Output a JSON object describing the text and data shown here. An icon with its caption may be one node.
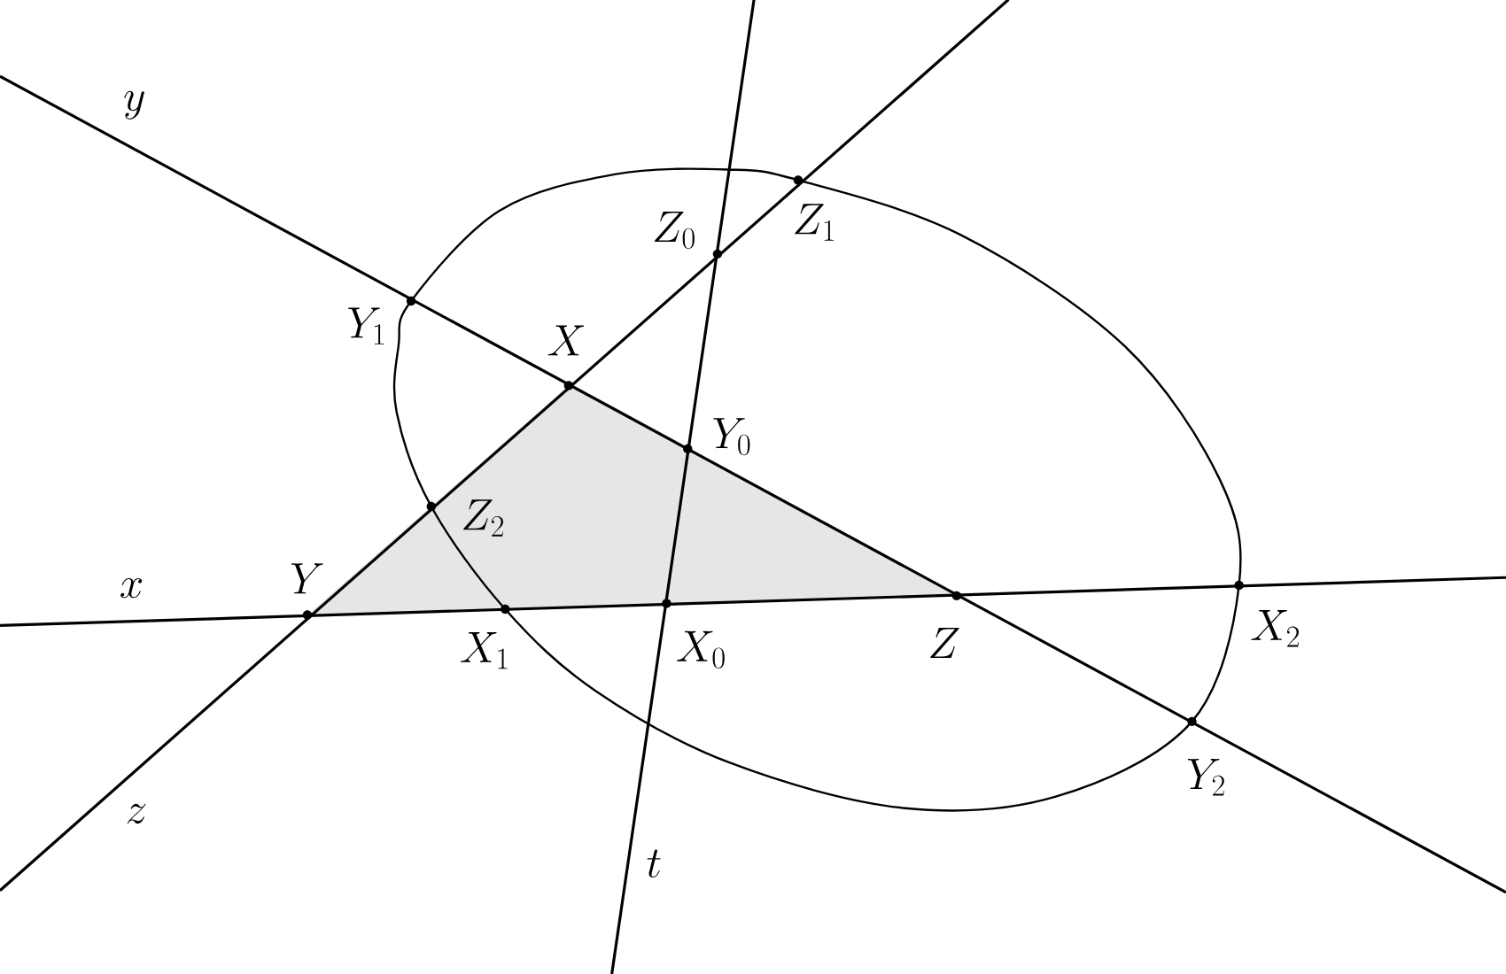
{
  "diagram": {
    "labels": [
      "y",
      "Z_0",
      "Z_1",
      "Y_1",
      "X",
      "Y_0",
      "Z_2",
      "x",
      "Y",
      "Z",
      "X_2",
      "X_1",
      "X_0",
      "Y_2",
      "z",
      "t"
    ]
  }
}
